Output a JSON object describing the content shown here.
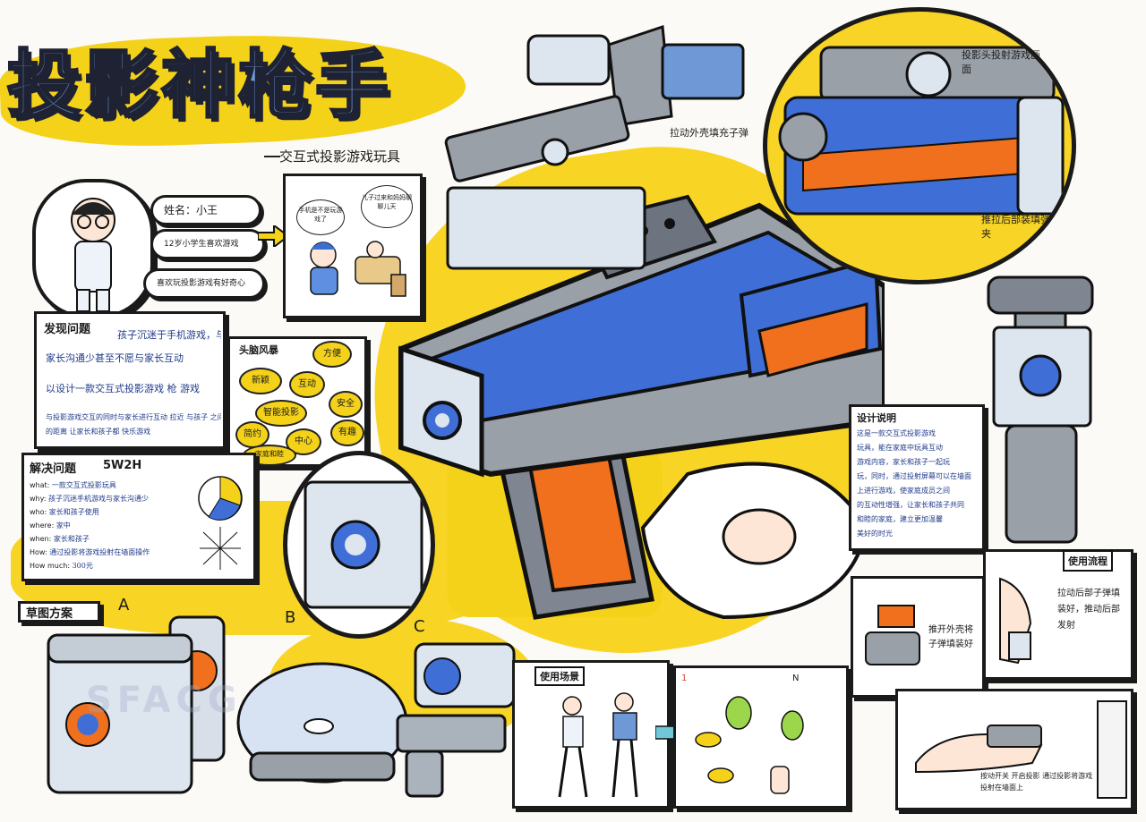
{
  "title": "投影神枪手",
  "subtitle": "交互式投影游戏玩具",
  "profile": {
    "name_label": "姓名：小王",
    "line2": "12岁小学生喜欢游戏",
    "line3": "喜欢玩投影游戏有好奇心"
  },
  "scene_bubbles": {
    "left": "手机是不是玩游戏了",
    "right": "儿子过来和妈妈聊聊儿天"
  },
  "problem": {
    "header": "发现问题",
    "lines": [
      "孩子沉迷于手机游戏，与",
      "家长沟通少甚至不愿与家长互动",
      "以设计一款交互式投影游戏 枪 游戏",
      "与投影游戏交互的同时与家长进行互动 拉近 与孩子 之间",
      "的距离 让家长和孩子都 快乐游戏"
    ]
  },
  "mindmap": {
    "header": "头脑风暴",
    "nodes": [
      "新颖",
      "互动",
      "安全",
      "方便",
      "智能投影",
      "简约",
      "有趣",
      "中心",
      "家庭和睦"
    ]
  },
  "solve": {
    "header": "解决问题",
    "method": "5W2H",
    "rows": [
      {
        "k": "what:",
        "v": "一款交互式投影玩具"
      },
      {
        "k": "why:",
        "v": "孩子沉迷手机游戏与家长沟通少"
      },
      {
        "k": "who:",
        "v": "家长和孩子使用"
      },
      {
        "k": "where:",
        "v": "家中"
      },
      {
        "k": "when:",
        "v": "家长和孩子"
      },
      {
        "k": "How:",
        "v": "通过投影将游戏投射在墙面操作"
      },
      {
        "k": "How much:",
        "v": "300元"
      }
    ]
  },
  "sketch": {
    "header": "草图方案",
    "labels": [
      "A",
      "B",
      "C"
    ]
  },
  "design_note": {
    "header": "设计说明",
    "lines": [
      "这是一款交互式投影游戏",
      "玩具，能在家庭中玩具互动",
      "游戏内容，家长和孩子一起玩",
      "玩，同时，通过投射屏幕可以在墙面",
      "上进行游戏，使家庭成员之间",
      "的互动性增强，让家长和孩子共同",
      "和睦的家庭，建立更加温馨",
      "美好的时光"
    ]
  },
  "callouts": {
    "top_right": "投影头投射游戏画面",
    "pull": "拉动外壳填充子弹",
    "slide": "推拉后部装填弹夹"
  },
  "usage": {
    "header": "使用流程",
    "step1": "推开外壳将子弹填装好",
    "step2": "拉动后部子弹填装好，推动后部发射",
    "step3": "按动开关 开启投影 通过投影将游戏投射在墙面上"
  },
  "scenario": {
    "header": "使用场景",
    "game_score": "1",
    "game_label": "N"
  },
  "watermark": "SFACG",
  "colors": {
    "yellow": "#f8d424",
    "blue": "#3f6fd6",
    "orange": "#f0701e",
    "grey": "#9aa0a8"
  }
}
